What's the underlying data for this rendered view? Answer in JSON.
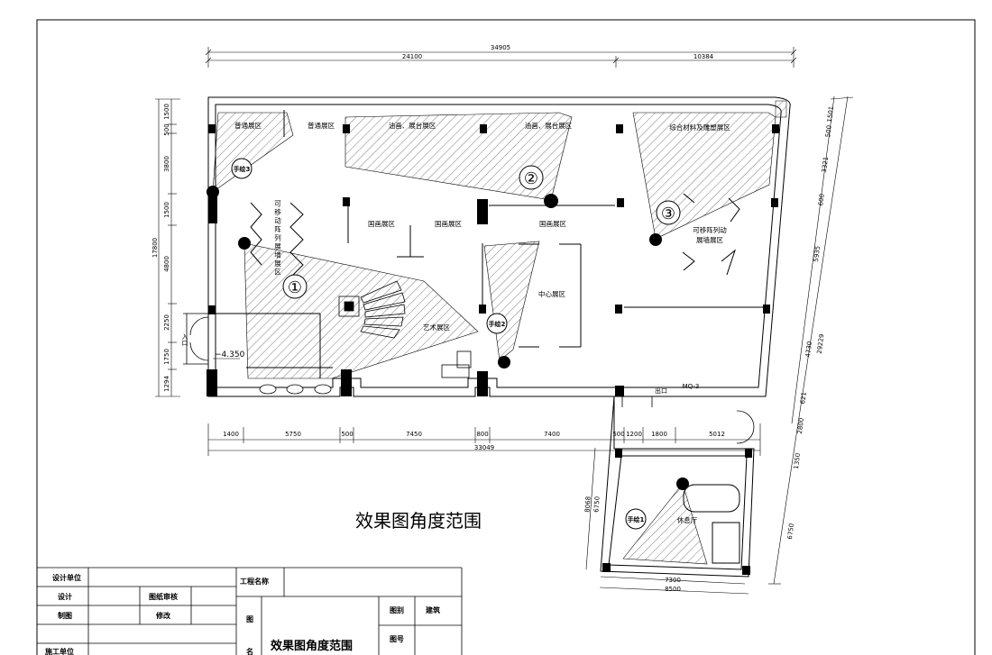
{
  "title": "效果图角度范围",
  "dimensions": {
    "top_total": "34905",
    "top_parts": [
      "24100",
      "10384"
    ],
    "bottom_total": "33049",
    "bottom_parts": [
      "1400",
      "5750",
      "500",
      "7450",
      "800",
      "7400",
      "500",
      "1200",
      "1800",
      "5012"
    ],
    "left_total": "17800",
    "left_parts": [
      "1500",
      "500",
      "3800",
      "1500",
      "4800",
      "2250",
      "1750",
      "1294"
    ],
    "right_total": "29229",
    "right_parts": [
      "1501",
      "500",
      "3321",
      "600",
      "5935",
      "4730",
      "621",
      "2800",
      "1350",
      "6750"
    ],
    "annex_left": [
      "8068",
      "6750"
    ],
    "annex_bottom": [
      "7300",
      "8500"
    ]
  },
  "zones": {
    "z1": "普通展区",
    "z2": "普通展区",
    "z3": "油画、展台展区",
    "z4": "油画、展台展区",
    "z5": "综合材料及雕塑展区",
    "z6": "国画展区",
    "z7": "国画展区",
    "z8": "国画展区",
    "z9": "中心展区",
    "z10": "艺术展区",
    "z11": "可移动阵列展墙展区",
    "z12": "可移阵列动",
    "z13": "展墙展区",
    "z14": "休息厅"
  },
  "markers": {
    "m1": "①",
    "m2": "②",
    "m3": "③",
    "s3": "手绘3",
    "s2": "手绘2",
    "s1": "手绘1"
  },
  "labels": {
    "entrance": "入口",
    "exit": "出口",
    "level": "−4.350",
    "mq": "MQ-3"
  },
  "title_block": {
    "design_unit": "设计单位",
    "design": "设计",
    "drawing": "制图",
    "construction_unit": "施工单位",
    "review": "图纸审核",
    "revise": "修改",
    "project_name": "工程名称",
    "fig": "图",
    "fig_name": "名",
    "category": "图别",
    "category_value": "建筑",
    "number": "图号",
    "drawing_title": "效果图角度范围"
  }
}
